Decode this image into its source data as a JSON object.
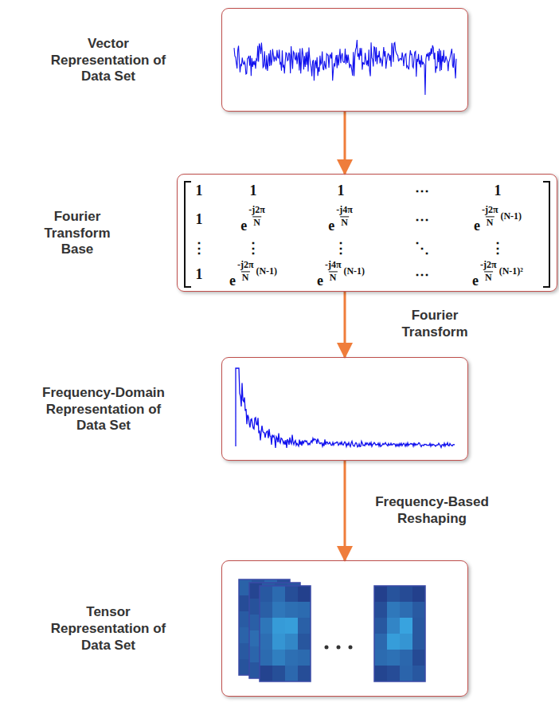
{
  "diagram": {
    "nodes": [
      {
        "text": [
          "Vector Representation of Data Set"
        ]
      },
      {
        "text": [
          "Fourier Transform Base"
        ]
      },
      {
        "text": [
          "Frequency-Domain Representation of Data Set"
        ]
      },
      {
        "text": [
          "Tensor Representation of Data Set"
        ]
      }
    ],
    "edges": [
      {
        "from": 0,
        "to": 1,
        "arrow": "to"
      },
      {
        "from": 1,
        "to": 2,
        "arrow": "to",
        "label": "Fourier Transform"
      },
      {
        "from": 2,
        "to": 3,
        "arrow": "to",
        "label": "Frequency-Based Reshaping"
      }
    ],
    "labels": [
      "1",
      "1",
      "1",
      "⋯",
      "1",
      "1",
      "e",
      "-j2π",
      "N",
      "e",
      "-j4π",
      "N",
      "⋯",
      "e",
      "-j2π",
      "N",
      "(N-1)",
      "⋮",
      "⋮",
      "⋮",
      "⋱",
      "⋮",
      "1",
      "e",
      "-j2π",
      "N",
      "(N-1)",
      "e",
      "-j4π",
      "N",
      "(N-1)",
      "⋯",
      "e",
      "-j2π",
      "N",
      "(N-1)²"
    ]
  }
}
